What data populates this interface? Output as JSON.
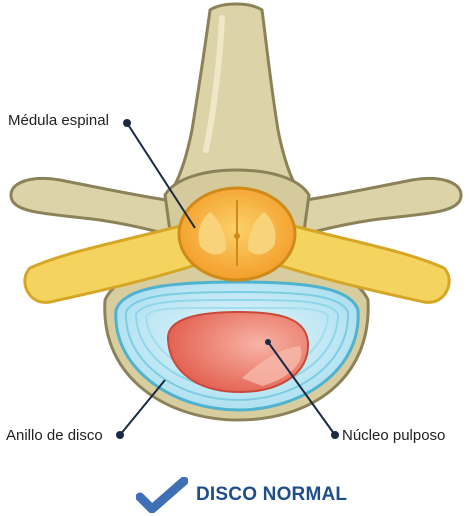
{
  "labels": {
    "spinal_cord": "Médula espinal",
    "disc_annulus": "Anillo de disco",
    "nucleus": "Núcleo pulposo"
  },
  "status": {
    "text": "DISCO NORMAL",
    "icon": "checkmark-icon"
  },
  "colors": {
    "bone": "#d9cfa6",
    "bone_dark": "#b4a87a",
    "nerve": "#f3cf5a",
    "nerve_outline": "#d8a520",
    "cord": "#f6a62b",
    "disc": "#bfe9f4",
    "disc_ring": "#6cc7df",
    "nucleus": "#e86a5a",
    "check": "#3f6fb4",
    "status_text": "#1f4e8c"
  }
}
